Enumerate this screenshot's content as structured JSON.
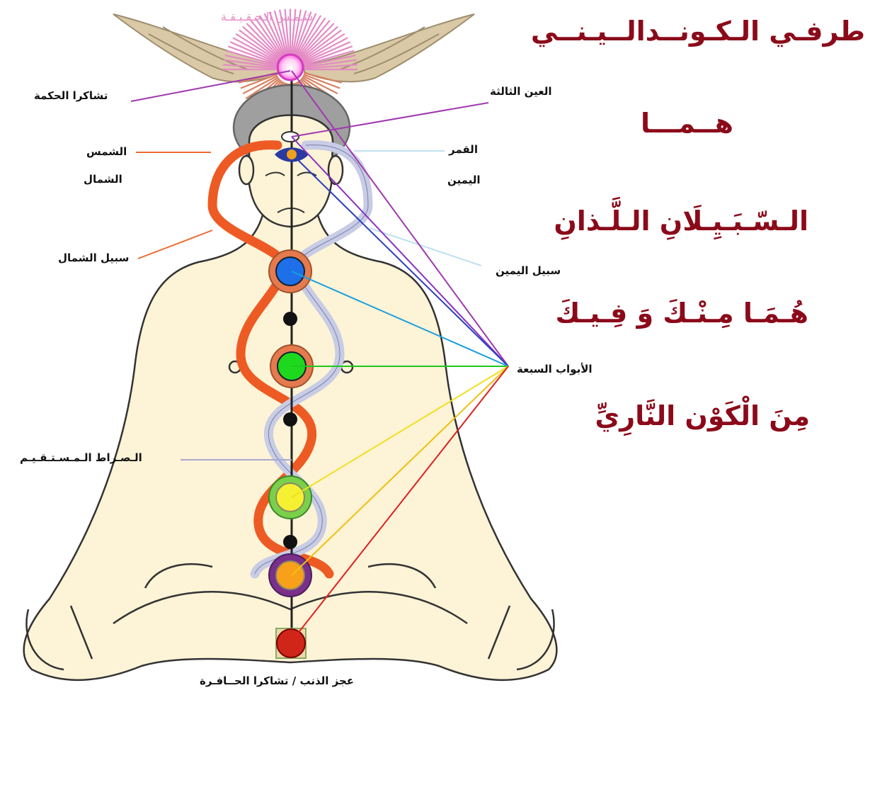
{
  "header": {
    "title_line1": "طرفـي الـكـونــدالــيـنــي",
    "title_line2": "هــمـــا"
  },
  "verses": {
    "line1": "الـسّـبَـيِـلَانِ الـلَّـذانِ",
    "line2": "هُـمَـا مِـنْـكَ وَ فِـيـكَ",
    "line3": "مِنَ الْكَوْن النَّارِيِّ"
  },
  "labels": {
    "sun_of_truth": "شـمـس الـحـقـيـقـة",
    "wisdom_chakra": "تشاكرا الحكمة",
    "third_eye": "العين الثالثة",
    "sun": "الشمس",
    "left": "الشمال",
    "moon": "القمر",
    "right": "اليمين",
    "left_path": "سبيل الشمال",
    "right_path": "سبيل اليمين",
    "seven_gates": "الأبواب السبعة",
    "straight_path": "الـصـراط الـمـسـتـقـيـم",
    "coccyx": "عجز الذنب /  تشاكرا الحــافـرة"
  },
  "colors": {
    "title": "#8b0a1a",
    "left_channel": "#ee5a24",
    "right_channel": "#c8cce4",
    "body_fill": "#fdf3d6",
    "chakra_crown": "#ff66dd",
    "chakra_throat": "#1e6fe8",
    "chakra_heart": "#1ed81e",
    "chakra_solar": "#f5f032",
    "chakra_sacral": "#f9a01b",
    "chakra_root": "#d0261a"
  }
}
